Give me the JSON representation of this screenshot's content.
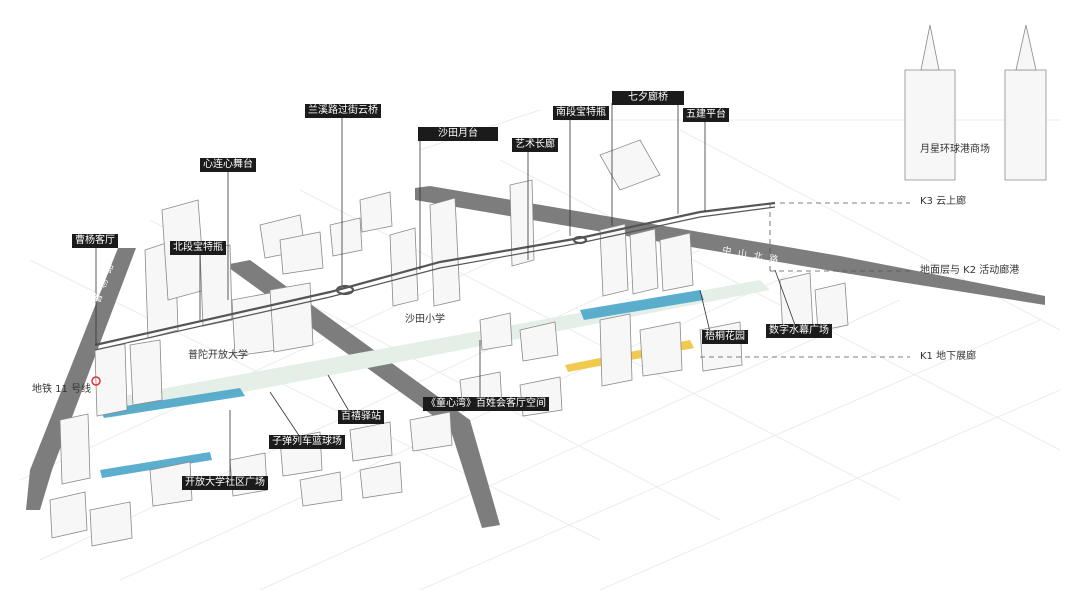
{
  "labels": {
    "caoyang_hall": "曹杨客厅",
    "north_vase": "北段宝特瓶",
    "heart_stage": "心连心舞台",
    "lanxi_bridge": "兰溪路过街云桥",
    "shatian_moon": "沙田月台",
    "art_corridor": "艺术长廊",
    "south_vase": "南段宝特瓶",
    "qixi_bridge": "七夕廊桥",
    "wujian_platform": "五建平台",
    "shatian_school": "沙田小学",
    "putuo_univ": "普陀开放大学",
    "metro11": "地铁 11 号线",
    "baixi_station": "百禧驿站",
    "tongxinwan": "《童心湾》百姓会客厅空间",
    "bullet_train_court": "子弹列车篮球场",
    "open_univ_plaza": "开放大学社区广场",
    "wutong_garden": "梧桐花园",
    "digital_water": "数字水幕广场",
    "yuexing_mall": "月星环球港商场"
  },
  "layers": {
    "k3": "K3 云上廊",
    "ground_k2": "地面层与 K2 活动廊港",
    "k1": "K1 地下展廊"
  },
  "roads": {
    "zhongshan_north": "中 山 北 路",
    "caoyang_road": "曹 杨 路"
  },
  "colors": {
    "road": "#7d7d7d",
    "building_fill": "#f7f7f7",
    "building_stroke": "#8a8a8a",
    "water": "#4aa6c9",
    "k1_yellow": "#f0c94e",
    "skybridge": "#555555",
    "label_bg": "#1b1b1b"
  }
}
